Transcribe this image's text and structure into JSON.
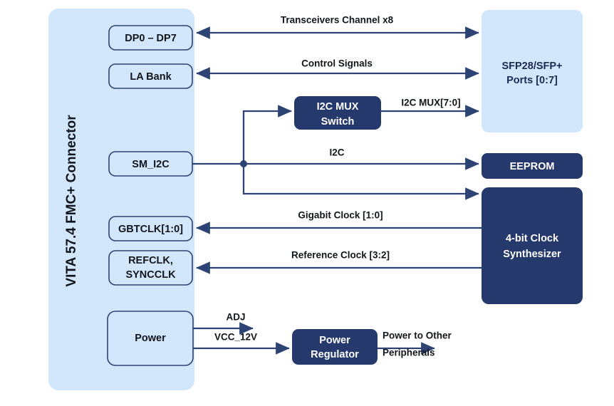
{
  "diagram": {
    "title": "VITA 57.4 FMC+ Connector block diagram",
    "colors": {
      "light_block": "#d2e7fb",
      "dark_block": "#26396c",
      "wire": "#2c4374",
      "text_dark": "#12161c",
      "text_light": "#ffffff"
    },
    "connector_panel": {
      "label": "VITA 57.4 FMC+ Connector"
    },
    "connector_blocks": [
      {
        "id": "dp0-dp7",
        "label": "DP0 – DP7"
      },
      {
        "id": "la-bank",
        "label": "LA Bank"
      },
      {
        "id": "sm-i2c",
        "label": "SM_I2C"
      },
      {
        "id": "gbtclk",
        "label": "GBTCLK[1:0]"
      },
      {
        "id": "refclk",
        "label_line1": "REFCLK,",
        "label_line2": "SYNCCLK"
      },
      {
        "id": "power",
        "label": "Power"
      }
    ],
    "peripheral_blocks": [
      {
        "id": "sfp-ports",
        "label_line1": "SFP28/SFP+",
        "label_line2": "Ports [0:7]",
        "style": "light"
      },
      {
        "id": "eeprom",
        "label": "EEPROM",
        "style": "dark"
      },
      {
        "id": "clock-synth",
        "label_line1": "4-bit Clock",
        "label_line2": "Synthesizer",
        "style": "dark"
      },
      {
        "id": "i2c-mux-switch",
        "label_line1": "I2C MUX",
        "label_line2": "Switch",
        "style": "dark"
      },
      {
        "id": "power-regulator",
        "label_line1": "Power",
        "label_line2": "Regulator",
        "style": "dark"
      }
    ],
    "signals": [
      {
        "id": "transceivers",
        "label": "Transceivers Channel x8",
        "arrow": "bidirectional"
      },
      {
        "id": "control-signals",
        "label": "Control Signals",
        "arrow": "bidirectional"
      },
      {
        "id": "i2c-mux-bus",
        "label": "I2C MUX[7:0]",
        "arrow": "right"
      },
      {
        "id": "i2c",
        "label": "I2C",
        "arrow": "right"
      },
      {
        "id": "gigabit-clock",
        "label": "Gigabit Clock [1:0]",
        "arrow": "left"
      },
      {
        "id": "reference-clock",
        "label": "Reference Clock [3:2]",
        "arrow": "left"
      },
      {
        "id": "adj",
        "label": "ADJ",
        "arrow": "right"
      },
      {
        "id": "vcc-12v",
        "label": "VCC_12V",
        "arrow": "right"
      },
      {
        "id": "power-out-line1",
        "label": "Power to Other",
        "arrow": "right"
      },
      {
        "id": "power-out-line2",
        "label": "Peripherals",
        "arrow": "none"
      }
    ]
  }
}
